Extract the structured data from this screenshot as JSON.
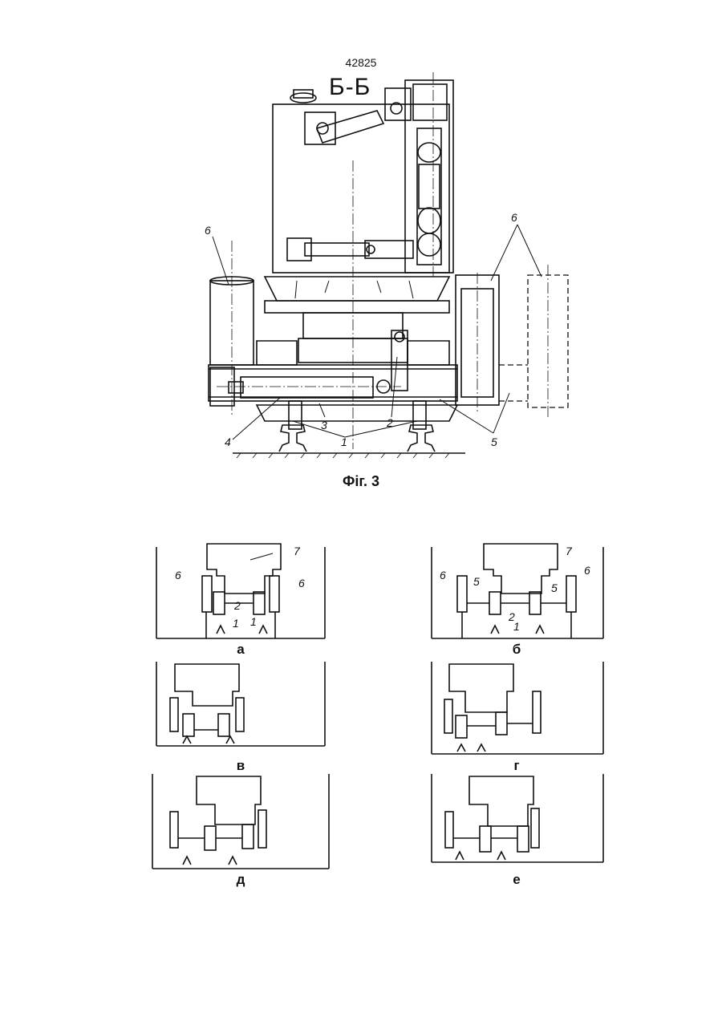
{
  "page_number": "42825",
  "section": "Б-Б",
  "figure_caption": "Фіг. 3",
  "main_labels": {
    "l1": "1",
    "l2": "2",
    "l3": "3",
    "l4": "4",
    "l5": "5",
    "l6a": "6",
    "l6b": "6"
  },
  "panels": [
    {
      "id": "a",
      "caption": "а",
      "labels": [
        "7",
        "6",
        "6",
        "2",
        "1",
        "1"
      ]
    },
    {
      "id": "b",
      "caption": "б",
      "labels": [
        "7",
        "6",
        "6",
        "5",
        "5",
        "2",
        "1"
      ]
    },
    {
      "id": "v",
      "caption": "в"
    },
    {
      "id": "g",
      "caption": "г"
    },
    {
      "id": "d",
      "caption": "д"
    },
    {
      "id": "e",
      "caption": "е"
    }
  ]
}
